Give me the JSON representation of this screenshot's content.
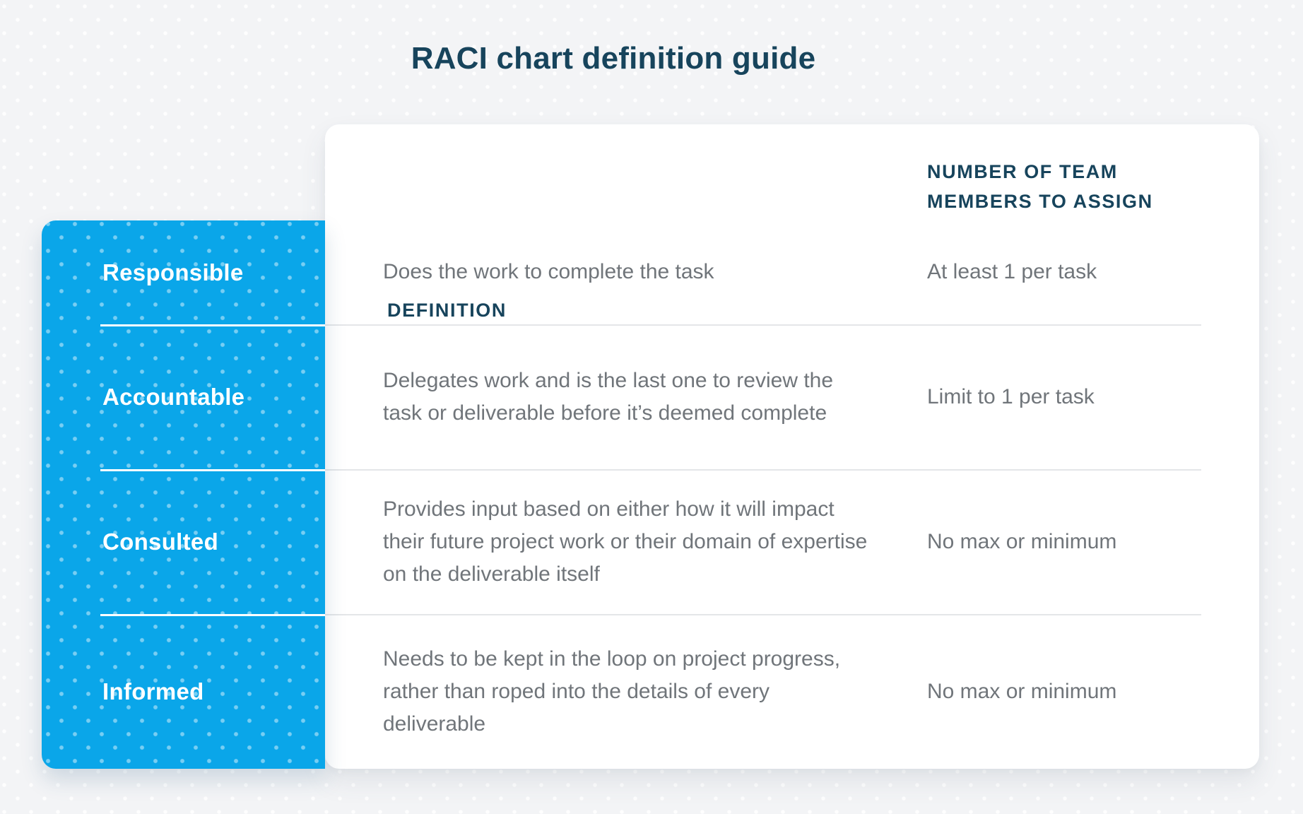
{
  "page": {
    "title": "RACI chart definition guide"
  },
  "table": {
    "columns": {
      "term": "",
      "definition": "DEFINITION",
      "assign": "NUMBER OF TEAM MEMBERS TO ASSIGN"
    },
    "rows": [
      {
        "term": "Responsible",
        "definition": "Does the work to complete the task",
        "assign": "At least 1 per task"
      },
      {
        "term": "Accountable",
        "definition": "Delegates work and is the last one to review the task or deliverable before it’s deemed complete",
        "assign": "Limit to 1 per task"
      },
      {
        "term": "Consulted",
        "definition": "Provides input based on either how it will impact their future project work or their domain of expertise on the deliverable itself",
        "assign": "No max or minimum"
      },
      {
        "term": "Informed",
        "definition": "Needs to be kept in the loop on project progress, rather than roped into the details of every deliverable",
        "assign": "No max or minimum"
      }
    ]
  },
  "colors": {
    "accent_blue": "#0AA6E9",
    "heading_navy": "#17445C",
    "body_text_gray": "#70757A",
    "divider_gray": "#E4E6E8",
    "card_white": "#FFFFFF",
    "page_background": "#F3F4F6"
  }
}
